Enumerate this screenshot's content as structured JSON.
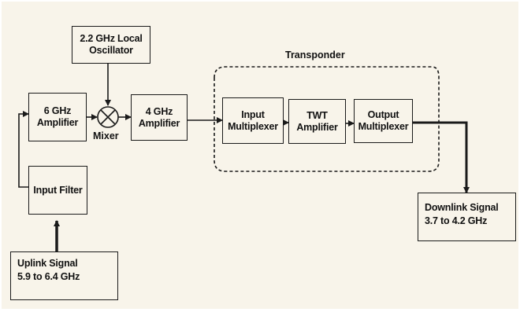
{
  "diagram": {
    "transponder_label": "Transponder",
    "mixer_label": "Mixer",
    "blocks": {
      "local_oscillator": "2.2 GHz Local\nOscillator",
      "amp_6ghz": "6 GHz\nAmplifier",
      "amp_4ghz": "4 GHz\nAmplifier",
      "input_mux": "Input\nMultiplexer",
      "twt_amp": "TWT\nAmplifier",
      "output_mux": "Output\nMultiplexer",
      "input_filter": "Input Filter",
      "uplink": "Uplink Signal\n      5.9 to 6.4 GHz",
      "downlink": "Downlink Signal\n3.7 to 4.2 GHz"
    },
    "colors": {
      "line": "#1a1a1a",
      "background": "#f8f4ea"
    }
  }
}
